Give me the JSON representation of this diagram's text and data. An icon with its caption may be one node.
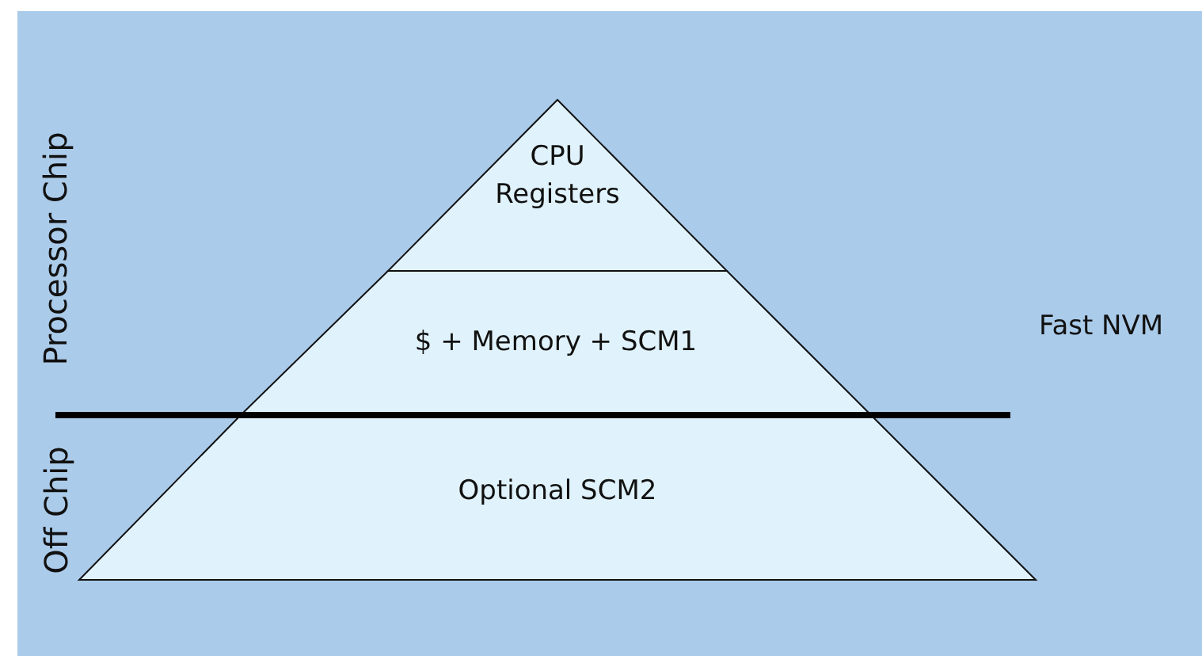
{
  "diagram": {
    "nodes": [
      {
        "text": [
          "CPU Registers"
        ]
      },
      {
        "text": [
          "$ + Memory + SCM1"
        ]
      },
      {
        "text": [
          "Optional SCM2"
        ]
      }
    ],
    "labels": [
      "Processor Chip",
      "Off Chip",
      "Fast NVM"
    ]
  }
}
